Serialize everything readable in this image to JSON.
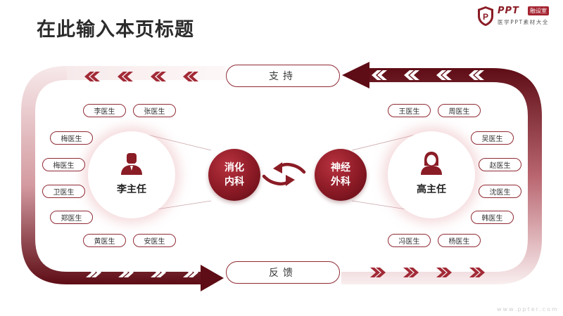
{
  "title": "在此输入本页标题",
  "logo": {
    "brand": "PPT",
    "tag": "融设室",
    "sub": "医学PPT素材大全",
    "icon": "shield-p-icon"
  },
  "top_pill": "支持",
  "bottom_pill": "反馈",
  "left": {
    "name": "李主任",
    "department": [
      "消化",
      "内科"
    ],
    "doctors": [
      "李医生",
      "张医生",
      "梅医生",
      "梅医生",
      "卫医生",
      "郑医生",
      "黄医生",
      "安医生"
    ]
  },
  "right": {
    "name": "高主任",
    "department": [
      "神经",
      "外科"
    ],
    "doctors": [
      "王医生",
      "周医生",
      "吴医生",
      "赵医生",
      "沈医生",
      "韩医生",
      "冯医生",
      "杨医生"
    ]
  },
  "website": "www.ppter.com",
  "colors": {
    "primary": "#8a1c25",
    "light": "#e8b5b9"
  }
}
